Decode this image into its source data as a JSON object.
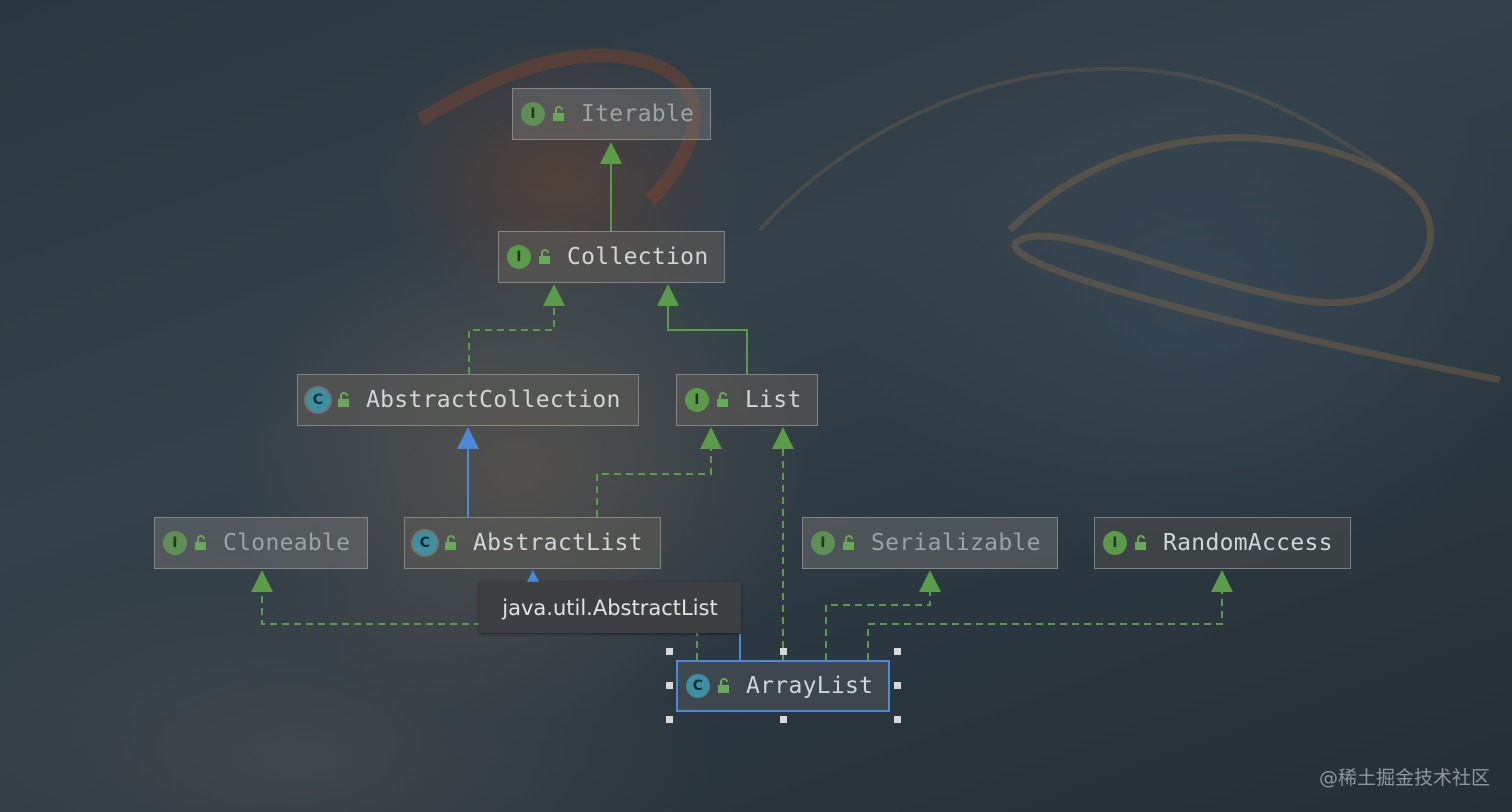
{
  "diagram": {
    "nodes": {
      "iterable": {
        "label": "Iterable",
        "kind": "I"
      },
      "collection": {
        "label": "Collection",
        "kind": "I"
      },
      "abstract_collection": {
        "label": "AbstractCollection",
        "kind": "C"
      },
      "list": {
        "label": "List",
        "kind": "I"
      },
      "cloneable": {
        "label": "Cloneable",
        "kind": "I"
      },
      "abstract_list": {
        "label": "AbstractList",
        "kind": "C"
      },
      "serializable": {
        "label": "Serializable",
        "kind": "I"
      },
      "random_access": {
        "label": "RandomAccess",
        "kind": "I"
      },
      "array_list": {
        "label": "ArrayList",
        "kind": "C"
      }
    },
    "tooltip": "java.util.AbstractList",
    "selected": "ArrayList"
  },
  "colors": {
    "interface_badge": "#5a9a4a",
    "class_badge": "#3f8fa3",
    "implements_edge": "#5b9c4a",
    "extends_edge": "#4a8ad8",
    "selection": "#4a8ad8"
  },
  "icons": {
    "interface": "interface-icon",
    "class": "class-icon",
    "abstract_class": "abstract-class-icon",
    "visibility": "unlocked-icon"
  },
  "watermark": "@稀土掘金技术社区"
}
